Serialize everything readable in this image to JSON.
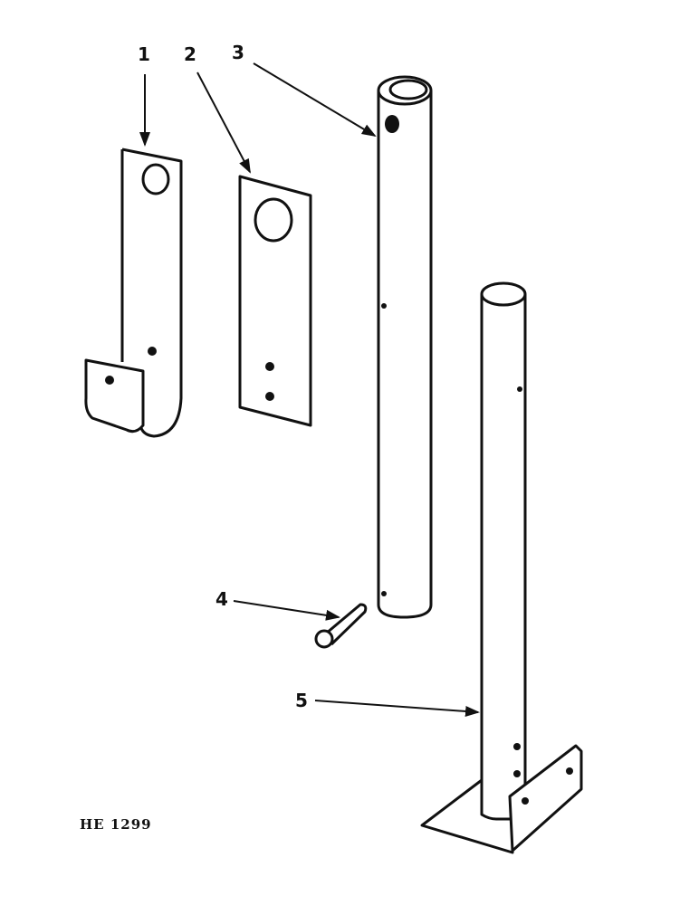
{
  "figure_id": "HE 1299",
  "callouts": [
    "1",
    "2",
    "3",
    "4",
    "5"
  ],
  "parts": [
    {
      "number": "1",
      "shape": "j-hook-bracket-icon"
    },
    {
      "number": "2",
      "shape": "flat-plate-icon"
    },
    {
      "number": "3",
      "shape": "tube-icon"
    },
    {
      "number": "4",
      "shape": "pin-icon"
    },
    {
      "number": "5",
      "shape": "post-with-base-icon"
    }
  ],
  "colors": {
    "ink": "#111111",
    "paper": "#ffffff"
  }
}
